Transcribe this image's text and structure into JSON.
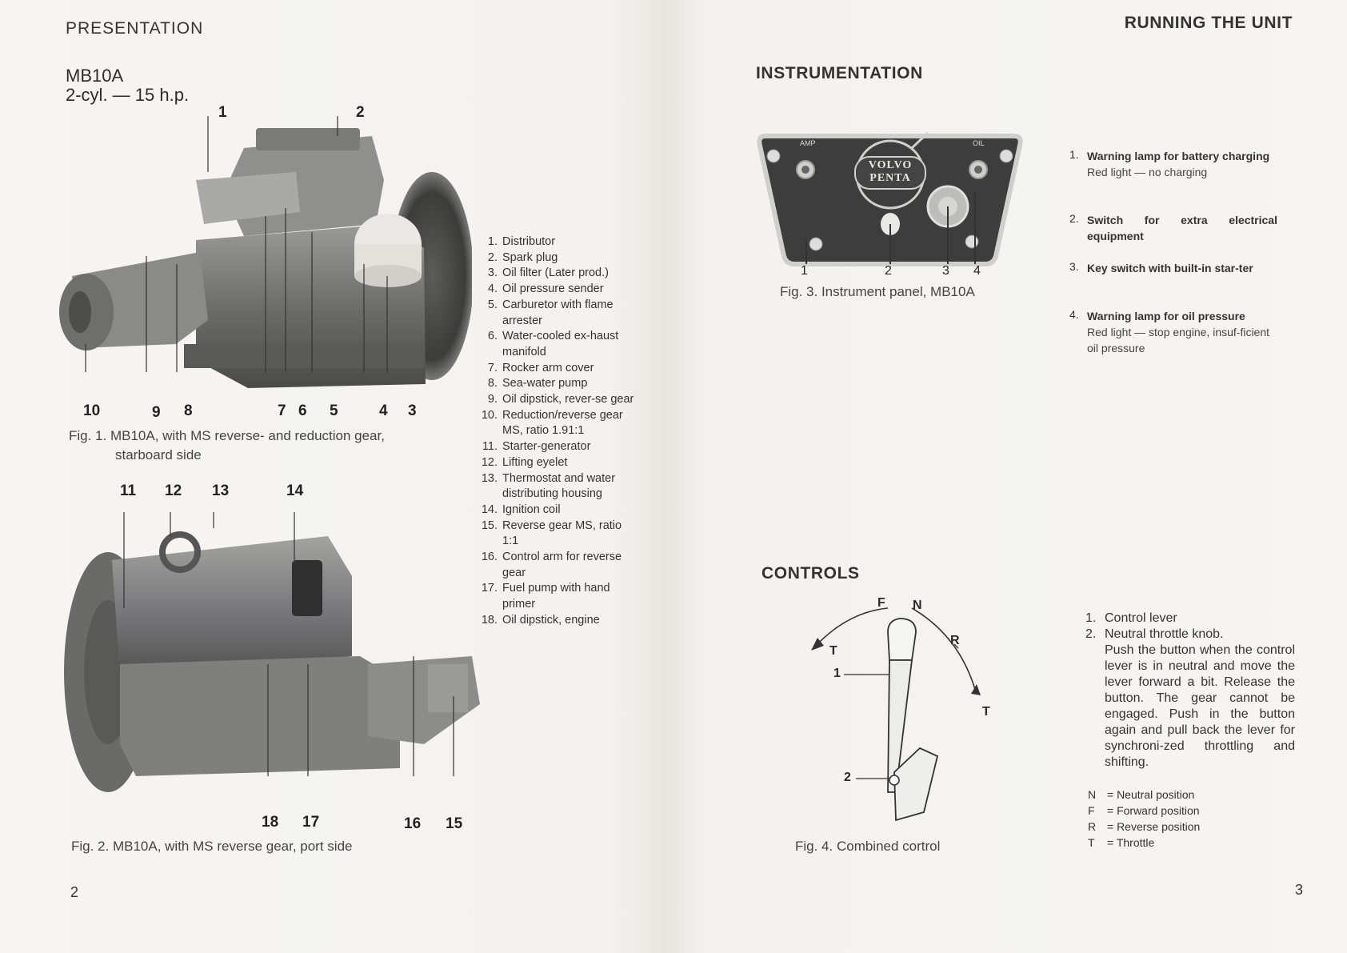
{
  "left": {
    "section_title": "PRESENTATION",
    "model_line1": "MB10A",
    "model_line2": "2-cyl. — 15 h.p.",
    "fig1": {
      "callouts_top": [
        "1",
        "2"
      ],
      "callouts_bottom": [
        "10",
        "9",
        "8",
        "7",
        "6",
        "5",
        "4",
        "3"
      ],
      "caption_line1": "Fig. 1.  MB10A, with MS reverse- and reduction gear,",
      "caption_line2": "starboard side"
    },
    "fig2": {
      "callouts_top": [
        "11",
        "12",
        "13",
        "14"
      ],
      "callouts_bottom": [
        "18",
        "17",
        "16",
        "15"
      ],
      "caption": "Fig. 2.  MB10A, with MS reverse gear, port side"
    },
    "parts": [
      {
        "num": "1.",
        "text": "Distributor"
      },
      {
        "num": "2.",
        "text": "Spark plug"
      },
      {
        "num": "3.",
        "text": "Oil filter (Later prod.)"
      },
      {
        "num": "4.",
        "text": "Oil pressure sender"
      },
      {
        "num": "5.",
        "text": "Carburetor with flame arrester"
      },
      {
        "num": "6.",
        "text": "Water-cooled ex-haust manifold"
      },
      {
        "num": "7.",
        "text": "Rocker arm cover"
      },
      {
        "num": "8.",
        "text": "Sea-water pump"
      },
      {
        "num": "9.",
        "text": "Oil dipstick, rever-se gear"
      },
      {
        "num": "10.",
        "text": "Reduction/reverse gear MS, ratio 1.91:1"
      },
      {
        "num": "11.",
        "text": "Starter-generator"
      },
      {
        "num": "12.",
        "text": "Lifting eyelet"
      },
      {
        "num": "13.",
        "text": "Thermostat and water distributing housing"
      },
      {
        "num": "14.",
        "text": "Ignition coil"
      },
      {
        "num": "15.",
        "text": "Reverse gear MS, ratio 1:1"
      },
      {
        "num": "16.",
        "text": "Control arm for reverse gear"
      },
      {
        "num": "17.",
        "text": "Fuel pump with hand primer"
      },
      {
        "num": "18.",
        "text": "Oil dipstick, engine"
      }
    ],
    "page_number": "2"
  },
  "right": {
    "section_title": "RUNNING THE UNIT",
    "instrumentation": {
      "title": "INSTRUMENTATION",
      "panel_labels": {
        "amp": "AMP",
        "oil": "OIL",
        "brand1": "VOLVO",
        "brand2": "PENTA"
      },
      "callouts": [
        "1",
        "2",
        "3",
        "4"
      ],
      "caption": "Fig. 3.  Instrument panel, MB10A",
      "items": [
        {
          "num": "1.",
          "title": "Warning lamp for battery charging",
          "sub": "Red light — no charging"
        },
        {
          "num": "2.",
          "title": "Switch for extra electrical equipment",
          "sub": ""
        },
        {
          "num": "3.",
          "title": "Key switch with built-in star-ter",
          "sub": ""
        },
        {
          "num": "4.",
          "title": "Warning lamp for oil pressure",
          "sub": "Red light — stop engine, insuf-ficient oil pressure"
        }
      ]
    },
    "controls": {
      "title": "CONTROLS",
      "diagram_labels": {
        "f": "F",
        "n": "N",
        "r": "R",
        "t_left": "T",
        "t_right": "T",
        "c1": "1",
        "c2": "2"
      },
      "caption": "Fig. 4.  Combined cortrol",
      "items": [
        {
          "num": "1.",
          "text": "Control lever"
        },
        {
          "num": "2.",
          "text": "Neutral throttle knob."
        }
      ],
      "paragraph": "Push the button when the control lever is in neutral and move the lever forward a bit. Release the button. The gear cannot be engaged. Push in the button again and pull back the lever for synchroni-zed throttling and shifting.",
      "legend": [
        {
          "key": "N",
          "value": "= Neutral position"
        },
        {
          "key": "F",
          "value": "= Forward position"
        },
        {
          "key": "R",
          "value": "= Reverse position"
        },
        {
          "key": "T",
          "value": "= Throttle"
        }
      ]
    },
    "page_number": "3"
  }
}
